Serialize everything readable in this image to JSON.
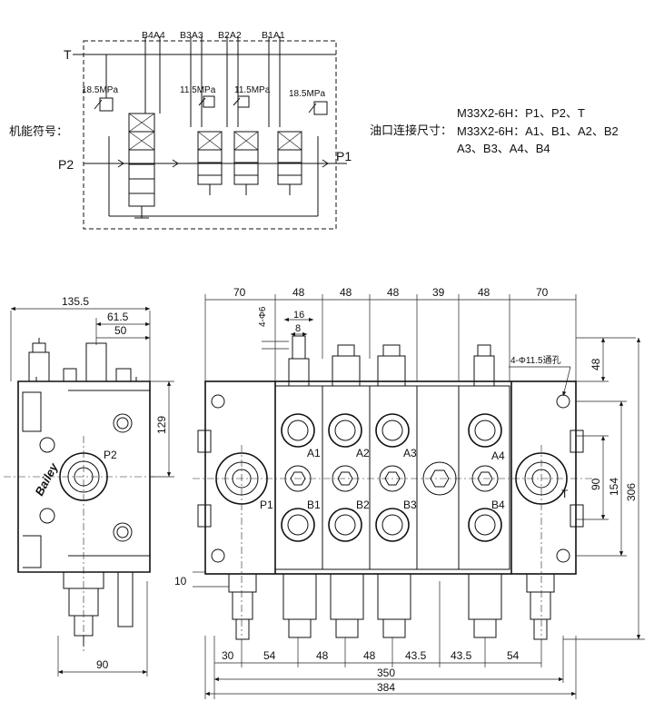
{
  "schematic": {
    "label_function_symbol": "机能符号：",
    "port_T": "T",
    "port_P2": "P2",
    "port_P1": "P1",
    "port_labels_top": [
      "B4A4",
      "B3A3",
      "B2A2",
      "B1A1"
    ],
    "pressure_relief_main_left": "18.5MPa",
    "pressure_relief_sec_1": "11.5MPa",
    "pressure_relief_sec_2": "11.5MPa",
    "pressure_relief_right": "18.5MPa"
  },
  "port_spec": {
    "title": "油口连接尺寸：",
    "line1": "M33X2-6H：P1、P2、T",
    "line2": "M33X2-6H：A1、B1、A2、B2",
    "line3": "A3、B3、A4、B4"
  },
  "side_view": {
    "dim_135_5": "135.5",
    "dim_61_5": "61.5",
    "dim_50": "50",
    "dim_129": "129",
    "dim_90": "90",
    "label_P2": "P2",
    "brand": "Bailey"
  },
  "front_view": {
    "top_dims": [
      "70",
      "48",
      "48",
      "48",
      "39",
      "48",
      "70"
    ],
    "hole_4_6": "4-Φ6",
    "dim_16": "16",
    "dim_8": "8",
    "hole_4_11_5": "4-Φ11.5通孔",
    "dim_48_right": "48",
    "dim_90_right": "90",
    "dim_154": "154",
    "dim_306": "306",
    "dim_10": "10",
    "port_A": [
      "A1",
      "A2",
      "A3",
      "A4"
    ],
    "port_B": [
      "B1",
      "B2",
      "B3",
      "B4"
    ],
    "port_P1": "P1",
    "port_T_mark": "T",
    "bottom_dims": [
      "30",
      "54",
      "48",
      "48",
      "43.5",
      "43.5",
      "54"
    ],
    "dim_350": "350",
    "dim_384": "384"
  }
}
